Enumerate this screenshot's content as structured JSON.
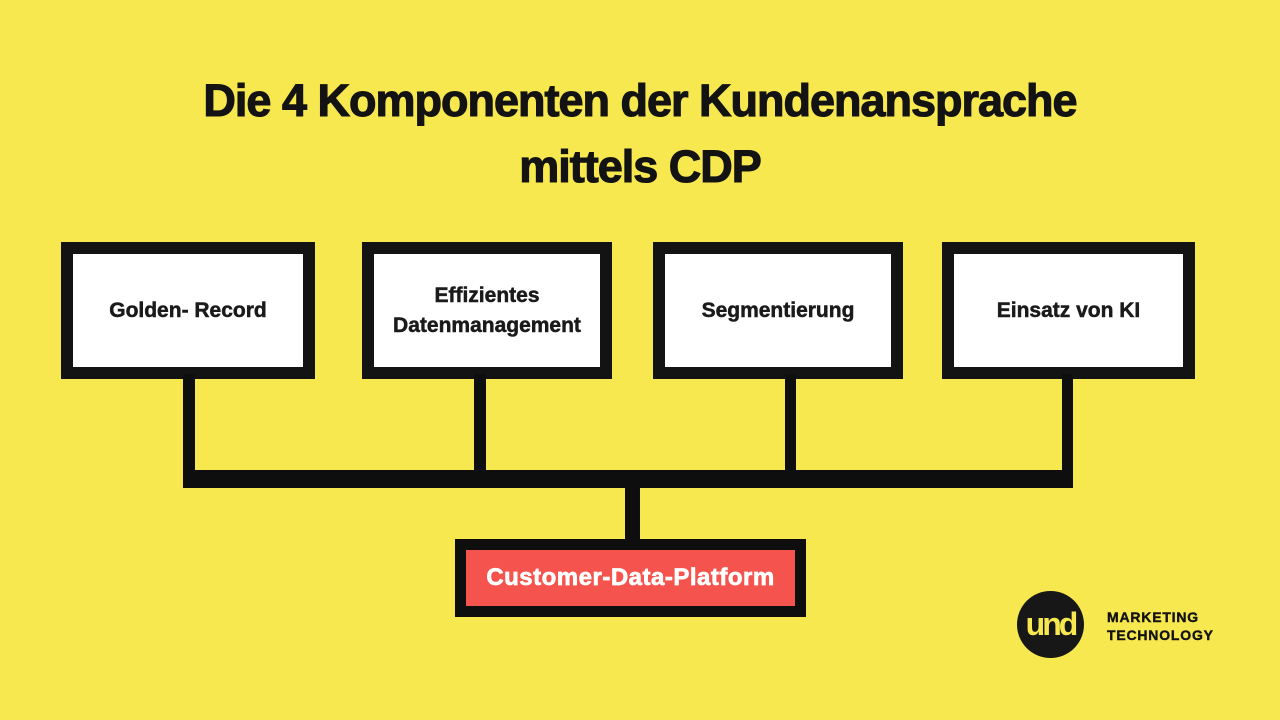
{
  "page": {
    "title_line1": "Die 4 Komponenten der Kundenansprache",
    "title_line2": "mittels CDP"
  },
  "diagram": {
    "components": [
      {
        "label": "Golden- Record"
      },
      {
        "label": "Effizientes Datenmanagement"
      },
      {
        "label": "Segmentierung"
      },
      {
        "label": "Einsatz von KI"
      }
    ],
    "platform": {
      "label": "Customer-Data-Platform"
    }
  },
  "branding": {
    "logo_word": "und",
    "brand_line1": "MARKETING",
    "brand_line2": "TECHNOLOGY"
  },
  "colors": {
    "background": "#F8E84F",
    "line_and_border": "#0E0E0E",
    "component_fill": "#FFFFFF",
    "platform_fill": "#F4544D",
    "platform_text": "#FFFFFF",
    "logo_circle": "#171717",
    "logo_text": "#F8E84F"
  }
}
